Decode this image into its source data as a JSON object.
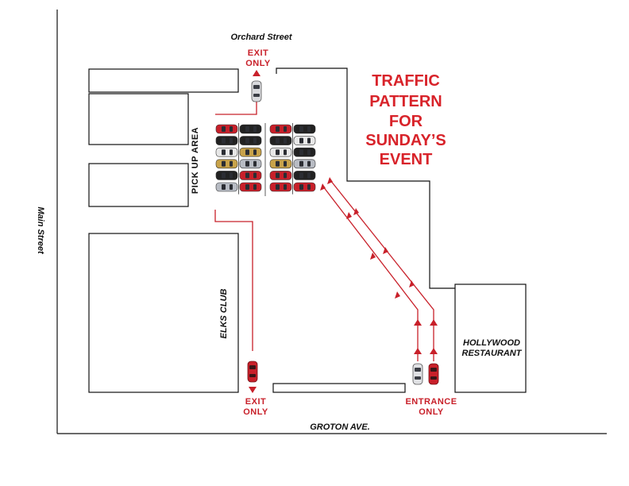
{
  "title": {
    "lines": [
      "TRAFFIC",
      "PATTERN",
      "FOR",
      "SUNDAY’S",
      "EVENT"
    ]
  },
  "streets": {
    "orchard": "Orchard Street",
    "main": "Main Street",
    "groton": "GROTON AVE."
  },
  "labels": {
    "exit_top": [
      "EXIT",
      "ONLY"
    ],
    "exit_bottom": [
      "EXIT",
      "ONLY"
    ],
    "entrance": [
      "ENTRANCE",
      "ONLY"
    ],
    "pickup_area": "PICK UP AREA",
    "elks_club": "ELKS CLUB",
    "hollywood": [
      "HOLLYWOOD",
      "RESTAURANT"
    ]
  },
  "colors": {
    "route": "#c8202a",
    "title": "#d8232a",
    "outline": "#111111",
    "car_red": "#c8202a",
    "car_black": "#222222",
    "car_white": "#e8e8e8",
    "car_gold": "#c9a34a",
    "car_silver": "#b8bcc4"
  },
  "parking": {
    "left_block": [
      [
        "car_red",
        "car_black"
      ],
      [
        "car_black",
        "car_black"
      ],
      [
        "car_white",
        "car_gold"
      ],
      [
        "car_gold",
        "car_silver"
      ],
      [
        "car_black",
        "car_red"
      ],
      [
        "car_silver",
        "car_red"
      ]
    ],
    "right_block": [
      [
        "car_red",
        "car_black"
      ],
      [
        "car_black",
        "car_white"
      ],
      [
        "car_white",
        "car_black"
      ],
      [
        "car_gold",
        "car_silver"
      ],
      [
        "car_red",
        "car_black"
      ],
      [
        "car_red",
        "car_red"
      ]
    ]
  }
}
